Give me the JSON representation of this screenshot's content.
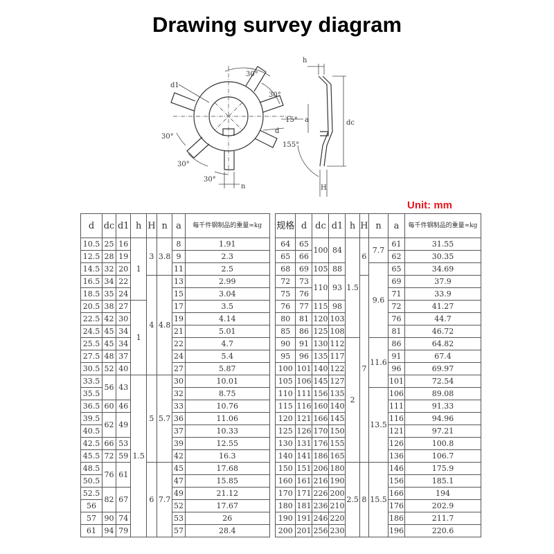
{
  "title": "Drawing survey diagram",
  "unit": "Unit: mm",
  "diagram": {
    "front": {
      "d1": "d1",
      "angle_top": "30°",
      "angle_right": "30°",
      "angle_15": "15°",
      "d": "d",
      "angle_left": "30°",
      "angle_bl": "30°",
      "angle_bottom": "30°",
      "n": "n"
    },
    "side": {
      "h": "h",
      "a": "a",
      "dc": "dc",
      "angle": "155°",
      "H": "H"
    }
  },
  "left_table": {
    "headers": [
      "d",
      "dc",
      "d1",
      "h",
      "H",
      "n",
      "a",
      "每千件钢制品的重量≈kg"
    ],
    "rows": [
      [
        "10.5",
        "25",
        "16",
        "1",
        "3",
        "3.8",
        "8",
        "1.91"
      ],
      [
        "12.5",
        "28",
        "19",
        "",
        "",
        "",
        "9",
        "2.3"
      ],
      [
        "14.5",
        "32",
        "20",
        "",
        "",
        "",
        "11",
        "2.5"
      ],
      [
        "16.5",
        "34",
        "22",
        "",
        "4",
        "4.8",
        "13",
        "2.99"
      ],
      [
        "18.5",
        "35",
        "24",
        "",
        "",
        "",
        "15",
        "3.04"
      ],
      [
        "20.5",
        "38",
        "27",
        "1",
        "",
        "",
        "17",
        "3.5"
      ],
      [
        "22.5",
        "42",
        "30",
        "",
        "",
        "",
        "19",
        "4.14"
      ],
      [
        "24.5",
        "45",
        "34",
        "",
        "",
        "",
        "21",
        "5.01"
      ],
      [
        "25.5",
        "45",
        "34",
        "",
        "",
        "",
        "22",
        "4.7"
      ],
      [
        "27.5",
        "48",
        "37",
        "",
        "",
        "",
        "24",
        "5.4"
      ],
      [
        "30.5",
        "52",
        "40",
        "",
        "",
        "",
        "27",
        "5.87"
      ],
      [
        "33.5",
        "56",
        "43",
        "1.5",
        "5",
        "5.7",
        "30",
        "10.01"
      ],
      [
        "35.5",
        "",
        "",
        "",
        "",
        "",
        "32",
        "8.75"
      ],
      [
        "36.5",
        "60",
        "46",
        "",
        "",
        "",
        "33",
        "10.76"
      ],
      [
        "39.5",
        "62",
        "49",
        "",
        "",
        "",
        "36",
        "11.06"
      ],
      [
        "40.5",
        "",
        "",
        "",
        "",
        "",
        "37",
        "10.33"
      ],
      [
        "42.5",
        "66",
        "53",
        "",
        "",
        "",
        "39",
        "12.55"
      ],
      [
        "45.5",
        "72",
        "59",
        "",
        "",
        "",
        "42",
        "16.3"
      ],
      [
        "48.5",
        "76",
        "61",
        "",
        "6",
        "7.7",
        "45",
        "17.68"
      ],
      [
        "50.5",
        "",
        "",
        "",
        "",
        "",
        "47",
        "15.85"
      ],
      [
        "52.5",
        "82",
        "67",
        "",
        "",
        "",
        "49",
        "21.12"
      ],
      [
        "56",
        "",
        "",
        "",
        "",
        "",
        "52",
        "17.67"
      ],
      [
        "57",
        "90",
        "74",
        "",
        "",
        "",
        "53",
        "26"
      ],
      [
        "61",
        "94",
        "79",
        "",
        "",
        "",
        "57",
        "28.4"
      ]
    ]
  },
  "right_table": {
    "headers": [
      "规格",
      "d",
      "dc",
      "d1",
      "h",
      "H",
      "n",
      "a",
      "每千件钢制品的重量≈kg"
    ],
    "rows": [
      [
        "64",
        "65",
        "100",
        "84",
        "1.5",
        "6",
        "7.7",
        "61",
        "31.55"
      ],
      [
        "65",
        "66",
        "",
        "",
        "",
        "",
        "",
        "62",
        "30.35"
      ],
      [
        "68",
        "69",
        "105",
        "88",
        "",
        "",
        "9.6",
        "65",
        "34.69"
      ],
      [
        "72",
        "73",
        "110",
        "93",
        "",
        "7",
        "",
        "69",
        "37.9"
      ],
      [
        "75",
        "76",
        "",
        "",
        "",
        "",
        "",
        "71",
        "33.9"
      ],
      [
        "76",
        "77",
        "115",
        "98",
        "",
        "",
        "",
        "72",
        "41.27"
      ],
      [
        "80",
        "81",
        "120",
        "103",
        "",
        "",
        "",
        "76",
        "44.7"
      ],
      [
        "85",
        "86",
        "125",
        "108",
        "",
        "",
        "",
        "81",
        "46.72"
      ],
      [
        "90",
        "91",
        "130",
        "112",
        "2",
        "",
        "11.6",
        "86",
        "64.82"
      ],
      [
        "95",
        "96",
        "135",
        "117",
        "",
        "",
        "",
        "91",
        "67.4"
      ],
      [
        "100",
        "101",
        "140",
        "122",
        "",
        "",
        "",
        "96",
        "69.97"
      ],
      [
        "105",
        "106",
        "145",
        "127",
        "",
        "",
        "13.5",
        "101",
        "72.54"
      ],
      [
        "110",
        "111",
        "156",
        "135",
        "",
        "",
        "",
        "106",
        "89.08"
      ],
      [
        "115",
        "116",
        "160",
        "140",
        "",
        "",
        "",
        "111",
        "91.33"
      ],
      [
        "120",
        "121",
        "166",
        "145",
        "",
        "",
        "",
        "116",
        "94.96"
      ],
      [
        "125",
        "126",
        "170",
        "150",
        "",
        "",
        "",
        "121",
        "97.21"
      ],
      [
        "130",
        "131",
        "176",
        "155",
        "",
        "",
        "",
        "126",
        "100.8"
      ],
      [
        "140",
        "141",
        "186",
        "165",
        "",
        "",
        "",
        "136",
        "106.7"
      ],
      [
        "150",
        "151",
        "206",
        "180",
        "2.5",
        "8",
        "15.5",
        "146",
        "175.9"
      ],
      [
        "160",
        "161",
        "216",
        "190",
        "",
        "",
        "",
        "156",
        "185.1"
      ],
      [
        "170",
        "171",
        "226",
        "200",
        "",
        "",
        "",
        "166",
        "194"
      ],
      [
        "180",
        "181",
        "236",
        "210",
        "",
        "",
        "",
        "176",
        "202.9"
      ],
      [
        "190",
        "191",
        "246",
        "220",
        "",
        "",
        "",
        "186",
        "211.7"
      ],
      [
        "200",
        "201",
        "256",
        "230",
        "",
        "",
        "",
        "196",
        "220.6"
      ]
    ]
  }
}
